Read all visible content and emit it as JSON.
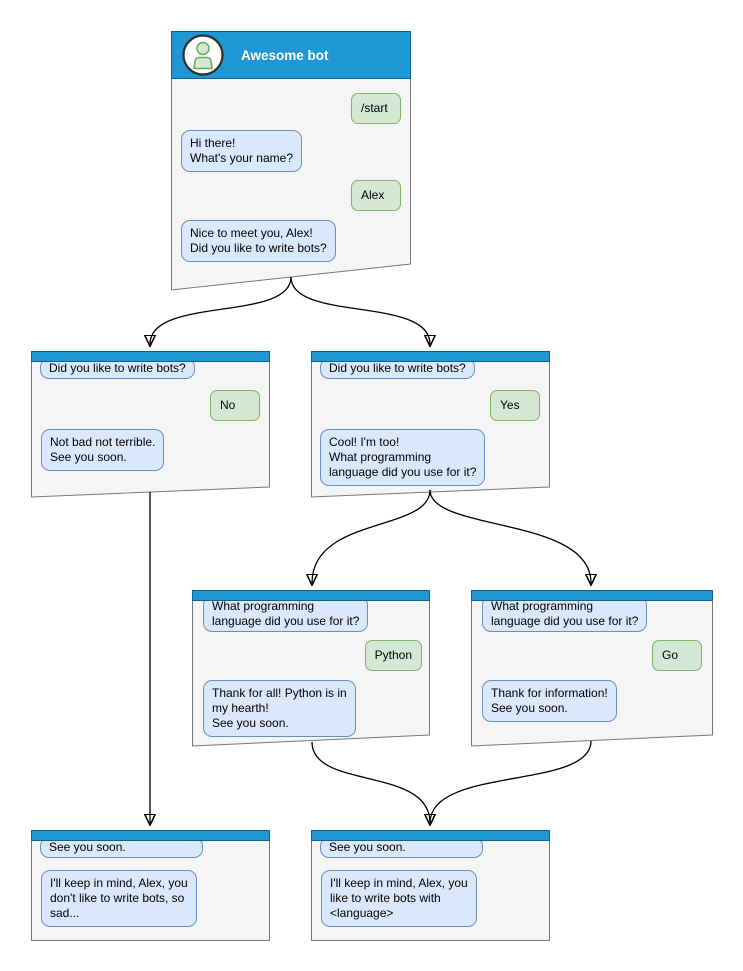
{
  "palette": {
    "canvas_bg": "#ffffff",
    "header_blue": "#1f97d4",
    "header_border": "#10628c",
    "window_bg": "#f5f5f5",
    "window_border": "#777777",
    "bot_bubble_bg": "#dae8fc",
    "bot_bubble_border": "#6c8ebf",
    "user_bubble_bg": "#d5e8d4",
    "user_bubble_border": "#82b366",
    "connector_color": "#000000",
    "title_color": "#ffffff",
    "text_color": "#000000"
  },
  "icons": {
    "avatar": "person-icon"
  },
  "windows": [
    {
      "name": "awesome-bot",
      "title": "Awesome bot",
      "bubbles": [
        {
          "side": "user",
          "text": "/start"
        },
        {
          "side": "bot",
          "text": "Hi there!\nWhat's your name?"
        },
        {
          "side": "user",
          "text": "Alex"
        },
        {
          "side": "bot",
          "text": "Nice to meet you, Alex!\nDid you like to write bots?"
        }
      ]
    },
    {
      "name": "no-branch",
      "bubbles": [
        {
          "side": "bot",
          "text": "Did you like to write bots?"
        },
        {
          "side": "user",
          "text": "No"
        },
        {
          "side": "bot",
          "text": "Not bad not terrible.\nSee you soon."
        }
      ]
    },
    {
      "name": "yes-branch",
      "bubbles": [
        {
          "side": "bot",
          "text": "Did you like to write bots?"
        },
        {
          "side": "user",
          "text": "Yes"
        },
        {
          "side": "bot",
          "text": "Cool! I'm too!\nWhat programming\nlanguage did you use for it?"
        }
      ]
    },
    {
      "name": "python-branch",
      "bubbles": [
        {
          "side": "bot",
          "text": "What programming\nlanguage did you use for it?"
        },
        {
          "side": "user",
          "text": "Python"
        },
        {
          "side": "bot",
          "text": "Thank for all! Python is in\nmy hearth!\nSee you soon."
        }
      ]
    },
    {
      "name": "go-branch",
      "bubbles": [
        {
          "side": "bot",
          "text": "What programming\nlanguage did you use for it?"
        },
        {
          "side": "user",
          "text": "Go"
        },
        {
          "side": "bot",
          "text": "Thank for information!\nSee you soon."
        }
      ]
    },
    {
      "name": "end-no",
      "bubbles": [
        {
          "side": "bot",
          "text": "See you soon."
        },
        {
          "side": "bot",
          "text": "I'll keep in mind, Alex, you\ndon't like to write bots, so\nsad..."
        }
      ]
    },
    {
      "name": "end-yes",
      "bubbles": [
        {
          "side": "bot",
          "text": "See you soon."
        },
        {
          "side": "bot",
          "text": "I'll keep in mind, Alex, you\nlike to write bots with\n<language>"
        }
      ]
    }
  ],
  "connectors": [
    {
      "from": "awesome-bot",
      "to": "no-branch"
    },
    {
      "from": "awesome-bot",
      "to": "yes-branch"
    },
    {
      "from": "yes-branch",
      "to": "python-branch"
    },
    {
      "from": "yes-branch",
      "to": "go-branch"
    },
    {
      "from": "no-branch",
      "to": "end-no"
    },
    {
      "from": "python-branch",
      "to": "end-yes"
    },
    {
      "from": "go-branch",
      "to": "end-yes"
    }
  ]
}
